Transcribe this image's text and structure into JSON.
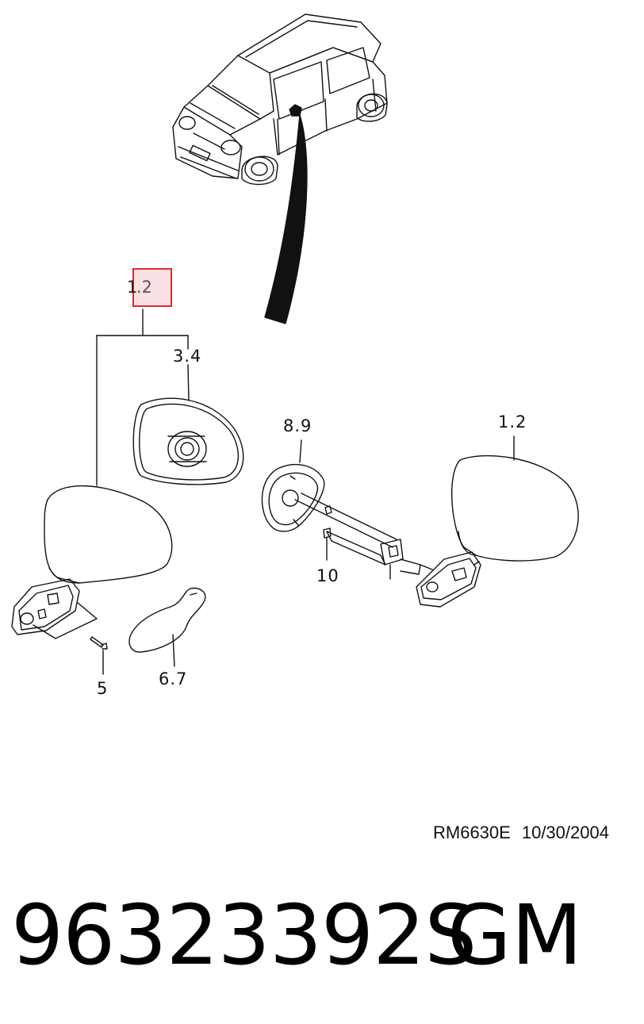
{
  "diagram": {
    "callouts": {
      "highlighted": ".2",
      "highlighted_prefix": "1",
      "c34": "3.4",
      "c89": "8.9",
      "c12": "1.2",
      "c10": "10",
      "c5": "5",
      "c67": "6.7"
    },
    "reference": {
      "code": "RM6630E",
      "date": "10/30/2004"
    }
  },
  "footer": {
    "part_number": "96323392S",
    "brand": "GM"
  },
  "colors": {
    "highlight_border": "#e0282c",
    "highlight_fill": "#f07882",
    "line": "#111111"
  }
}
